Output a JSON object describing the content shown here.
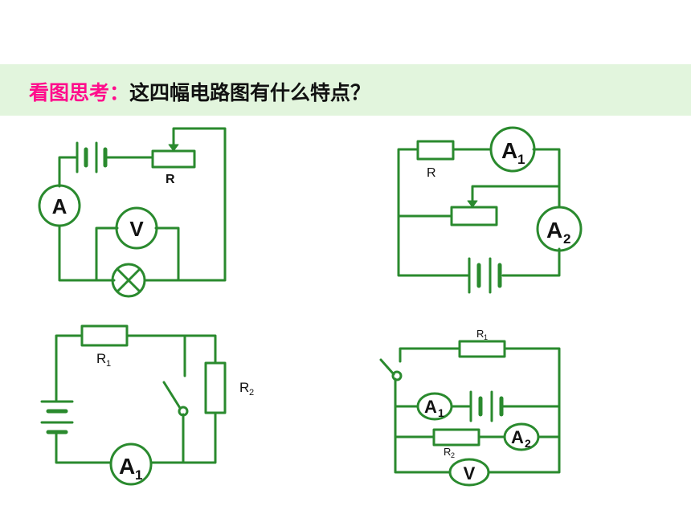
{
  "header": {
    "keyword": "看图思考：",
    "question": "这四幅电路图有什么特点？"
  },
  "colors": {
    "wire": "#2a8a2e",
    "banner_bg": "#e2f5dd",
    "keyword": "#ff0d8c",
    "text": "#111111"
  },
  "circuits": {
    "c1": {
      "rheostat_label": "R",
      "ammeter_label": "A",
      "voltmeter_label": "V"
    },
    "c2": {
      "resistor_label": "R",
      "ammeter1_label": "A",
      "ammeter1_sub": "1",
      "ammeter2_label": "A",
      "ammeter2_sub": "2"
    },
    "c3": {
      "r1_label": "R",
      "r1_sub": "1",
      "r2_label": "R",
      "r2_sub": "2",
      "ammeter_label": "A",
      "ammeter_sub": "1"
    },
    "c4": {
      "r1_label": "R",
      "r1_sub": "1",
      "r2_label": "R",
      "r2_sub": "2",
      "ammeter1_label": "A",
      "ammeter1_sub": "1",
      "ammeter2_label": "A",
      "ammeter2_sub": "2",
      "voltmeter_label": "V"
    }
  }
}
